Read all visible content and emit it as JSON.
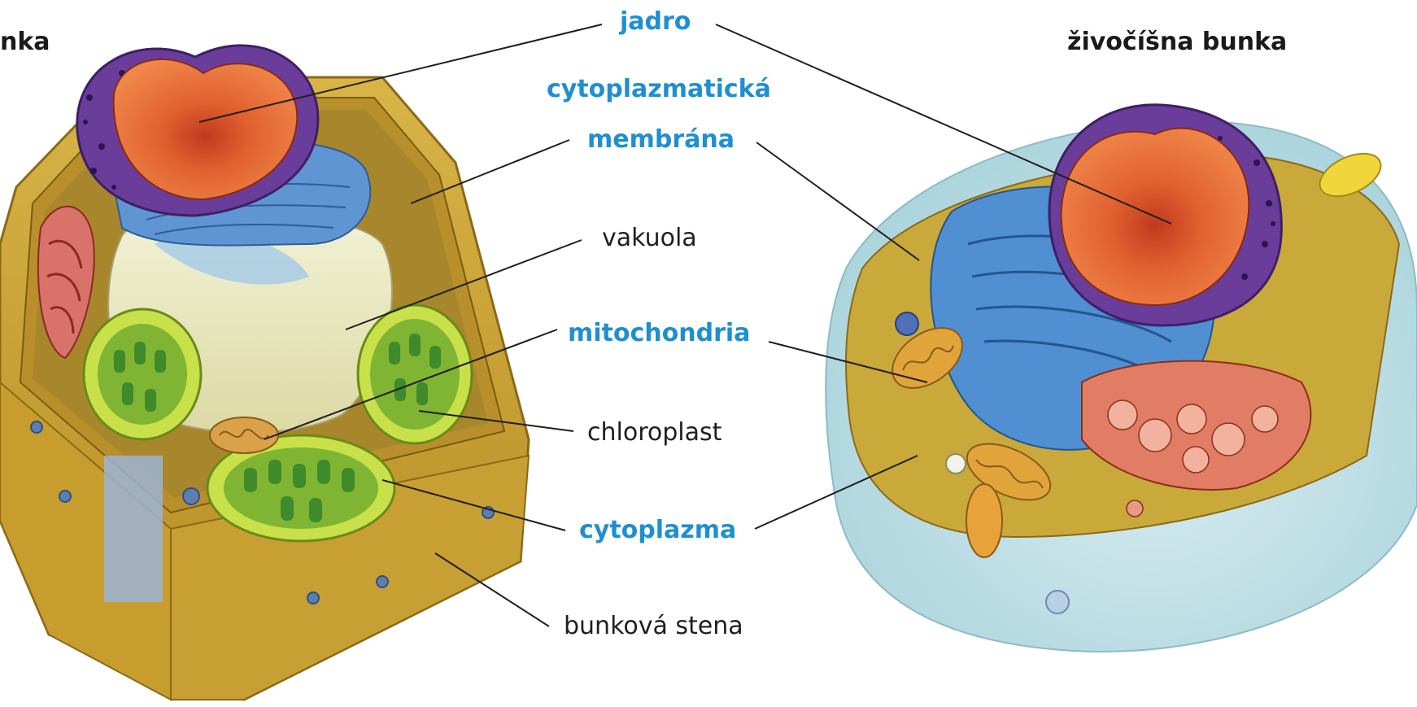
{
  "titles": {
    "plant_partial": "nka",
    "animal": "živočíšna bunka"
  },
  "labels": {
    "nucleus": "jadro",
    "membrane_line1": "cytoplazmatická",
    "membrane_line2": "membrána",
    "vacuole": "vakuola",
    "mitochondria": "mitochondria",
    "chloroplast": "chloroplast",
    "cytoplasm": "cytoplazma",
    "cell_wall": "bunková stena"
  },
  "colors": {
    "label_blue": "#1e8fcf",
    "label_black": "#1f1f1f",
    "cell_wall": "#c9a233",
    "nucleus": "#d9572e",
    "nuclear_envelope": "#6a3d9a",
    "er": "#4a8fd4",
    "vacuole": "#eef0c8",
    "chloroplast": "#9bcf2f",
    "cytoplasm_animal": "#b9dde6"
  }
}
